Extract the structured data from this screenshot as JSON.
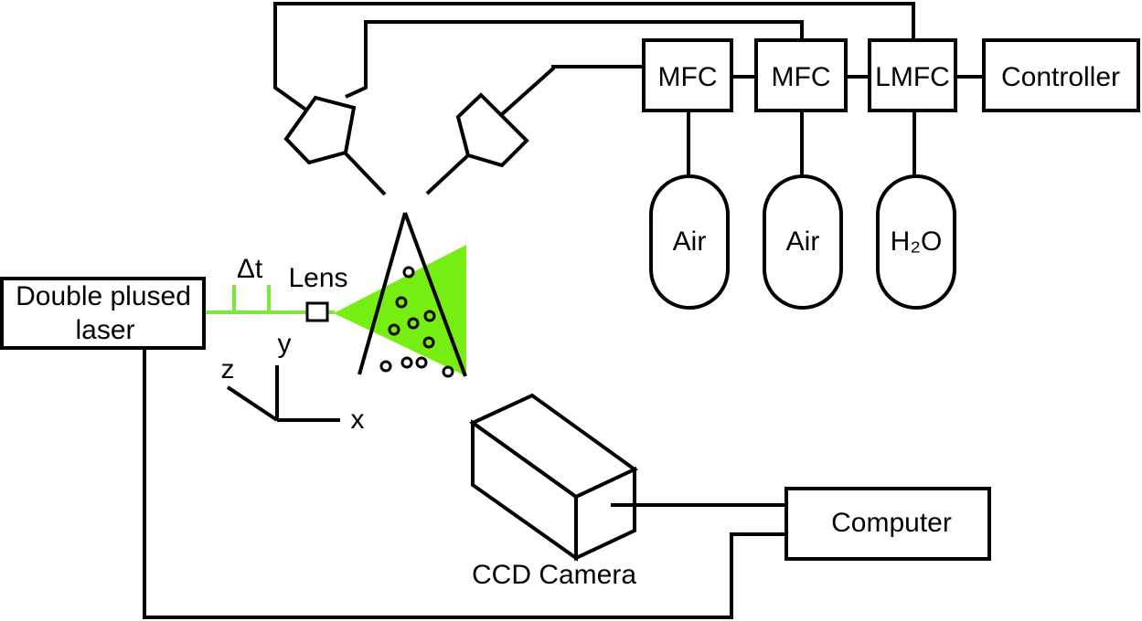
{
  "components": {
    "mfc1_label": "MFC",
    "mfc2_label": "MFC",
    "lmfc_label": "LMFC",
    "controller_label": "Controller",
    "tank1_label": "Air",
    "tank2_label": "Air",
    "tank3_label": "H₂O",
    "laser_label_line1": "Double plused",
    "laser_label_line2": "laser",
    "lens_label": "Lens",
    "delta_t_label": "Δt",
    "computer_label": "Computer",
    "camera_label": "CCD Camera"
  },
  "axes": {
    "x_label": "x",
    "y_label": "y",
    "z_label": "z"
  },
  "colors": {
    "laser_sheet": "#77ee11",
    "laser_beam": "#7ee83a",
    "line": "#000000"
  }
}
